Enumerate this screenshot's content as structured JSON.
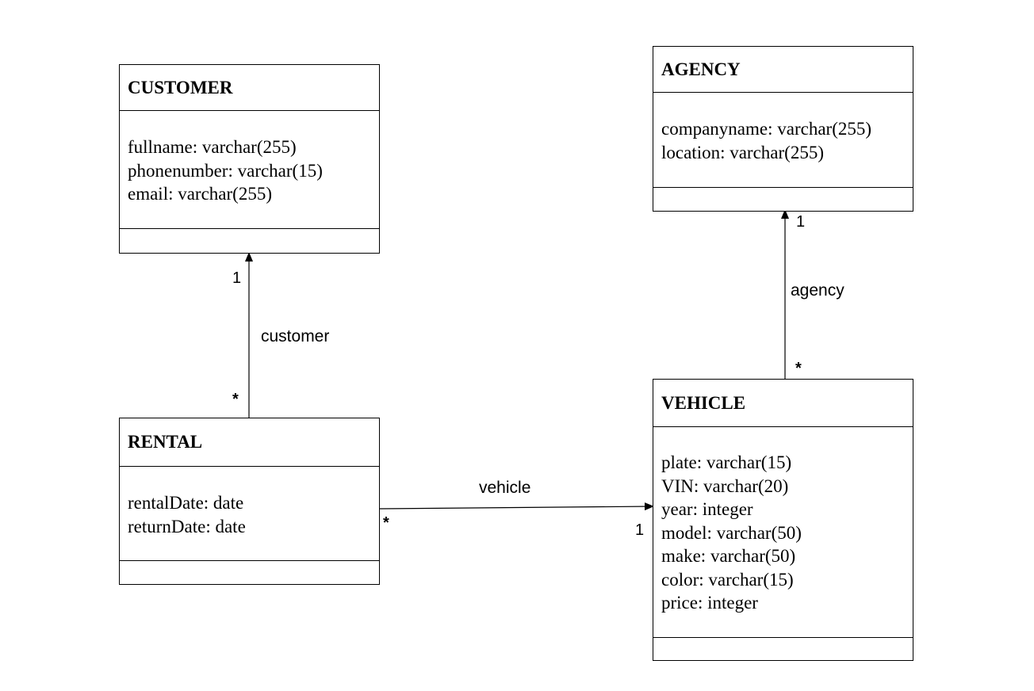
{
  "classes": {
    "customer": {
      "name": "CUSTOMER",
      "attributes": [
        "fullname: varchar(255)",
        "phonenumber: varchar(15)",
        "email: varchar(255)"
      ]
    },
    "agency": {
      "name": "AGENCY",
      "attributes": [
        "companyname: varchar(255)",
        "location: varchar(255)"
      ]
    },
    "rental": {
      "name": "RENTAL",
      "attributes": [
        "rentalDate: date",
        "returnDate: date"
      ]
    },
    "vehicle": {
      "name": "VEHICLE",
      "attributes": [
        "plate: varchar(15)",
        "VIN: varchar(20)",
        "year: integer",
        "model: varchar(50)",
        "make: varchar(50)",
        "color: varchar(15)",
        "price: integer"
      ]
    }
  },
  "associations": {
    "rental_customer": {
      "label": "customer",
      "source_mult": "*",
      "target_mult": "1"
    },
    "vehicle_agency": {
      "label": "agency",
      "source_mult": "*",
      "target_mult": "1"
    },
    "rental_vehicle": {
      "label": "vehicle",
      "source_mult": "*",
      "target_mult": "1"
    }
  }
}
